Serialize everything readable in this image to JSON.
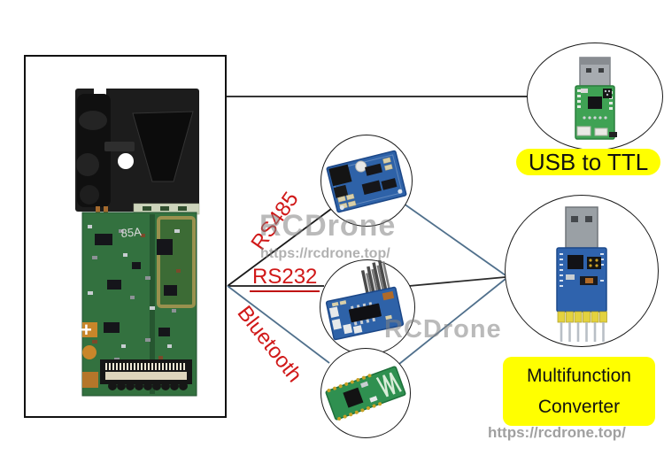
{
  "colors": {
    "background": "#ffffff",
    "accent_red": "#d01818",
    "label_yellow": "#ffff00",
    "line_dark": "#1a1a1a",
    "line_blue": "#50708c",
    "watermark_gray": "#828282"
  },
  "sensor_module": {
    "pcb_marking": "85A",
    "pcb_plus_marking": "+"
  },
  "interface_labels": {
    "rs485": "RS485",
    "rs232": "RS232",
    "bluetooth": "Bluetooth"
  },
  "adapter_labels": {
    "usb_ttl": "USB to TTL",
    "multifunction_line1": "Multifunction",
    "multifunction_line2": "Converter"
  },
  "watermarks": {
    "brand_center": "RCDrone",
    "url_center": "https://rcdrone.top/",
    "brand_right": "RCDrone",
    "url_bottom": "https://rcdrone.top/"
  }
}
